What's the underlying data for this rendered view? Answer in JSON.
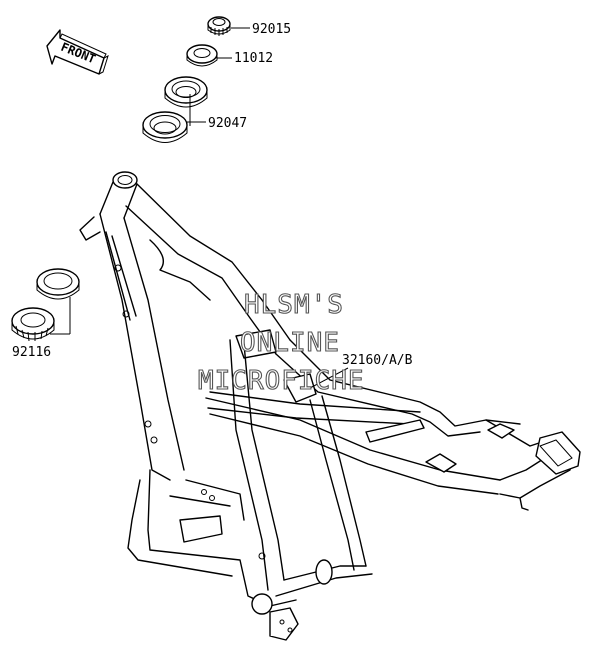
{
  "front_arrow": {
    "text": "FRONT",
    "icon": "front-arrow-icon"
  },
  "parts": [
    {
      "number": "92015",
      "icon": "nut-icon"
    },
    {
      "number": "11012",
      "icon": "washer-icon"
    },
    {
      "number": "92047",
      "icon": "bearing-race-icon"
    },
    {
      "number": "92116",
      "icon": "bearing-icon"
    },
    {
      "number": "32160/A/B",
      "icon": "frame-icon"
    }
  ],
  "watermark": {
    "line1": "HLSM'S",
    "line2": "ONLINE",
    "line3": "MICROFICHE"
  }
}
